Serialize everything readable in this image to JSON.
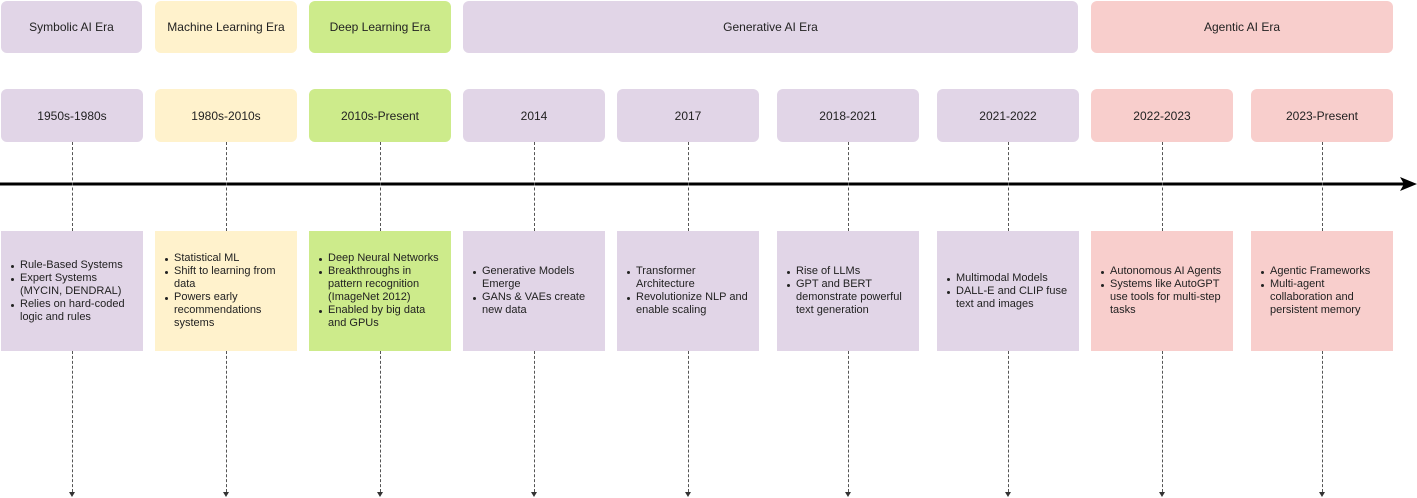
{
  "colors": {
    "purple": "#e1d5e7",
    "yellow": "#fff2cc",
    "green": "#cdeb8b",
    "red": "#f8cecc",
    "line": "#000000"
  },
  "eras": [
    {
      "label": "Symbolic AI Era",
      "color": "#e1d5e7"
    },
    {
      "label": "Machine Learning Era",
      "color": "#fff2cc"
    },
    {
      "label": "Deep Learning Era",
      "color": "#cdeb8b"
    },
    {
      "label": "Generative AI Era",
      "color": "#e1d5e7"
    },
    {
      "label": "Agentic AI Era",
      "color": "#f8cecc"
    }
  ],
  "periods": [
    {
      "label": "1950s-1980s",
      "color": "#e1d5e7",
      "items": [
        "Rule-Based Systems",
        "Expert Systems (MYCIN, DENDRAL)",
        "Relies on hard-coded logic and rules"
      ]
    },
    {
      "label": "1980s-2010s",
      "color": "#fff2cc",
      "items": [
        "Statistical ML",
        "Shift to learning from data",
        "Powers early recommendations systems"
      ]
    },
    {
      "label": "2010s-Present",
      "color": "#cdeb8b",
      "items": [
        "Deep Neural Networks",
        "Breakthroughs in pattern recognition (ImageNet 2012)",
        "Enabled by big data and GPUs"
      ]
    },
    {
      "label": "2014",
      "color": "#e1d5e7",
      "items": [
        "Generative Models Emerge",
        "GANs & VAEs create new data"
      ]
    },
    {
      "label": "2017",
      "color": "#e1d5e7",
      "items": [
        "Transformer Architecture",
        "Revolutionize NLP and enable scaling"
      ]
    },
    {
      "label": "2018-2021",
      "color": "#e1d5e7",
      "items": [
        "Rise of LLMs",
        "GPT and BERT demonstrate powerful text generation"
      ]
    },
    {
      "label": "2021-2022",
      "color": "#e1d5e7",
      "items": [
        "Multimodal Models",
        "DALL-E and CLIP fuse text and images"
      ]
    },
    {
      "label": "2022-2023",
      "color": "#f8cecc",
      "items": [
        "Autonomous AI Agents",
        "Systems like AutoGPT use tools for multi-step tasks"
      ]
    },
    {
      "label": "2023-Present",
      "color": "#f8cecc",
      "items": [
        "Agentic Frameworks",
        "Multi-agent collaboration and persistent memory"
      ]
    }
  ]
}
